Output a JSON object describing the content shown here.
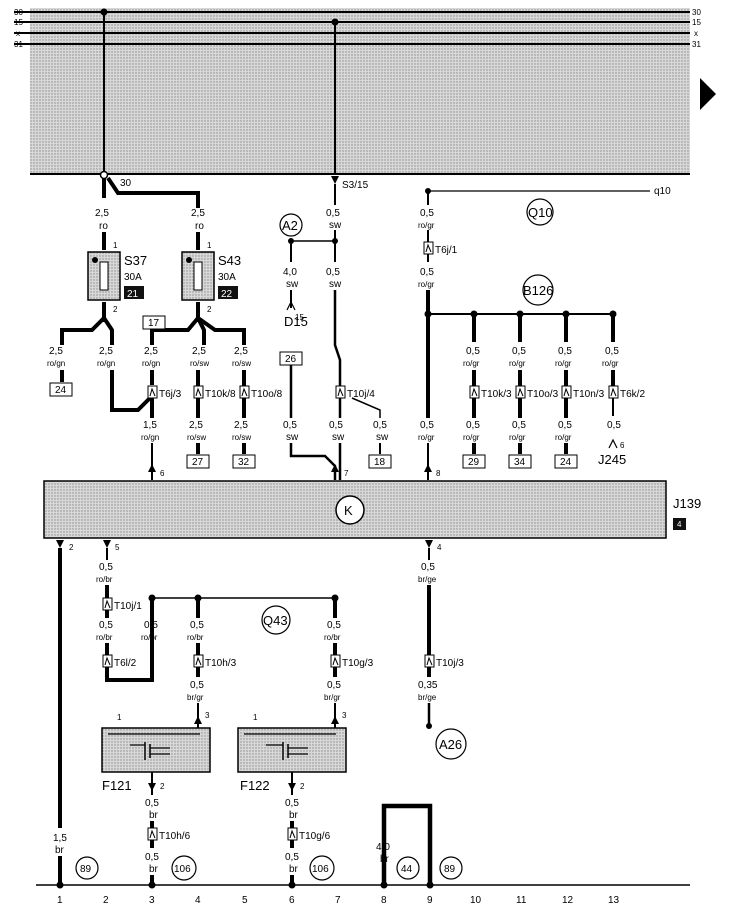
{
  "rails": {
    "left": [
      "30",
      "15",
      "x",
      "31"
    ],
    "right": [
      "30",
      "15",
      "x",
      "31"
    ]
  },
  "top_junction": "30",
  "s315": "S3/15",
  "q10": "q10",
  "fuses": [
    {
      "name": "S37",
      "rating": "30A",
      "slot": "21"
    },
    {
      "name": "S43",
      "rating": "30A",
      "slot": "22"
    }
  ],
  "circles": {
    "a2": "A2",
    "q10": "Q10",
    "b126": "B126",
    "k": "K",
    "q43": "Q43",
    "a26": "A26",
    "c89a": "89",
    "c106a": "106",
    "c106b": "106",
    "c44": "44",
    "c89b": "89"
  },
  "d15": "D15",
  "j245": "J245",
  "j139": "J139",
  "j139_box": "4",
  "ref_boxes": [
    "17",
    "26",
    "24",
    "27",
    "32",
    "18",
    "29",
    "34",
    "24"
  ],
  "connectors": [
    "T6j/1",
    "T10j/4",
    "T6j/3",
    "T10k/8",
    "T10o/8",
    "T10k/3",
    "T10o/3",
    "T10n/3",
    "T6k/2",
    "T10j/1",
    "T6l/2",
    "T10h/3",
    "T10g/3",
    "T10j/3",
    "T10h/6",
    "T10g/6"
  ],
  "wire_labels": {
    "w25ro": [
      "2,5",
      "ro"
    ],
    "w25rogn": [
      "2,5",
      "ro/gn"
    ],
    "w25rosw": [
      "2,5",
      "ro/sw"
    ],
    "w15rogn": [
      "1,5",
      "ro/gn"
    ],
    "w05sw": [
      "0,5",
      "sw"
    ],
    "w40sw": [
      "4,0",
      "sw"
    ],
    "w05rogr": [
      "0,5",
      "ro/gr"
    ],
    "w05robr": [
      "0,5",
      "ro/br"
    ],
    "w05brgr": [
      "0,5",
      "br/gr"
    ],
    "w05brge": [
      "0,5",
      "br/ge"
    ],
    "w035brge": [
      "0,35",
      "br/ge"
    ],
    "w05br": [
      "0,5",
      "br"
    ],
    "w15br": [
      "1,5",
      "br"
    ],
    "w40br": [
      "4,0",
      "br"
    ]
  },
  "pins": {
    "p1": "1",
    "p2": "2",
    "p3": "3",
    "p4": "4",
    "p5": "5",
    "p6": "6",
    "p7": "7",
    "p8": "8",
    "p15": "15"
  },
  "relays": [
    "F121",
    "F122"
  ],
  "bottom_numbers": [
    "1",
    "2",
    "3",
    "4",
    "5",
    "6",
    "7",
    "8",
    "9",
    "10",
    "11",
    "12",
    "13"
  ]
}
